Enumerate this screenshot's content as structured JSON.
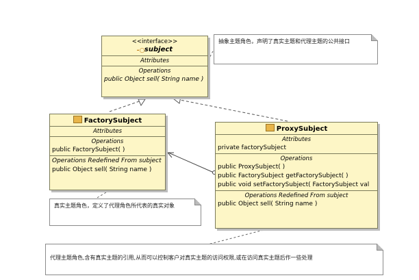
{
  "subject_box": {
    "stereotype": "<<interface>>",
    "name": "subject",
    "attributes_label": "Attributes",
    "operations_label": "Operations",
    "operations": [
      "public Object  sell( String name )"
    ]
  },
  "factory_box": {
    "name": "FactorySubject",
    "attributes_label": "Attributes",
    "operations_label": "Operations",
    "operations": [
      "public FactorySubject( )"
    ],
    "redefined_label": "Operations Redefined From subject",
    "redefined": [
      "public Object   sell( String name )"
    ]
  },
  "proxy_box": {
    "name": "ProxySubject",
    "attributes_label": "Attributes",
    "attributes": [
      "private factorySubject"
    ],
    "operations_label": "Operations",
    "operations": [
      "public ProxySubject( )",
      "public FactorySubject  getFactorySubject( )",
      "public void  setFactorySubject( FactorySubject val"
    ],
    "redefined_label": "Operations Redefined From subject",
    "redefined": [
      "public Object   sell( String name )"
    ]
  },
  "notes": {
    "subject_note": "抽象主题角色，声明了真实主题和代理主题的公共接口",
    "factory_note": "真实主题角色，定义了代理角色所代表的真实对象",
    "proxy_note": "代理主题角色,含有真实主题的引用,从而可以控制客户对真实主题的访问权限,或在访问真实主题后作一些处理"
  },
  "colors": {
    "class_fill": "#fdf6c6",
    "border": "#7a7a5a",
    "icon": "#e8b54a"
  }
}
